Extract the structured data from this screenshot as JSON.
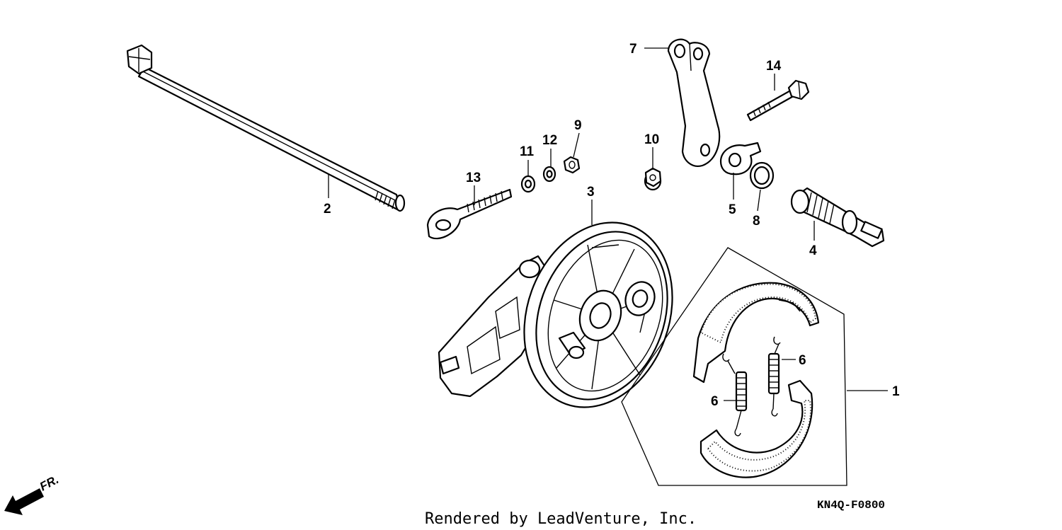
{
  "callouts": {
    "c1": "1",
    "c2": "2",
    "c3": "3",
    "c4": "4",
    "c5": "5",
    "c6a": "6",
    "c6b": "6",
    "c7": "7",
    "c8": "8",
    "c9": "9",
    "c10": "10",
    "c11": "11",
    "c12": "12",
    "c13": "13",
    "c14": "14"
  },
  "footer": {
    "credit": "Rendered by LeadVenture, Inc.",
    "diagram_code": "KN4Q-F0800"
  },
  "front_indicator": {
    "label": "FR."
  }
}
